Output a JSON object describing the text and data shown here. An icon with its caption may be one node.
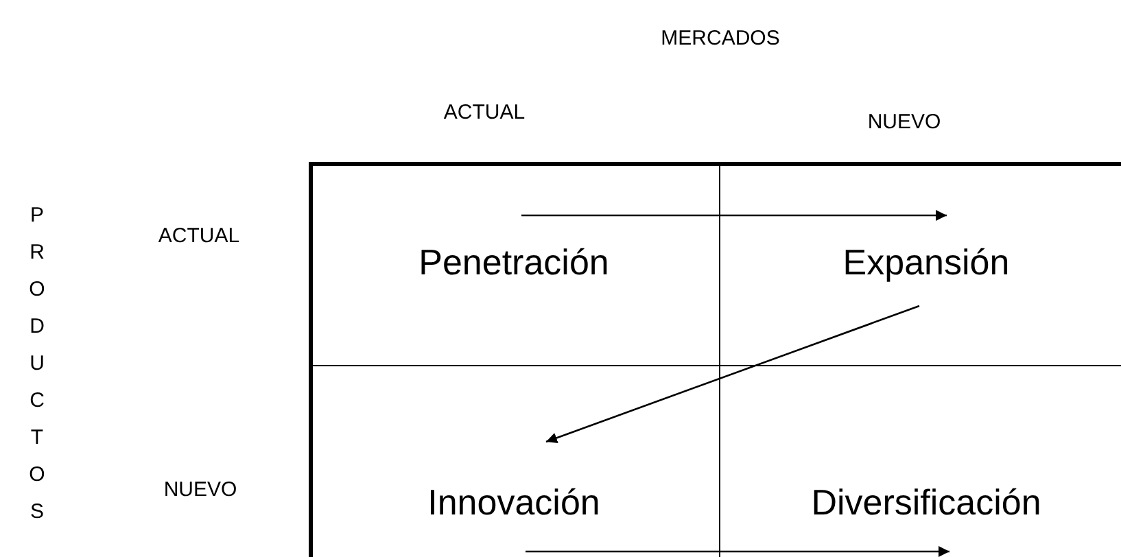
{
  "diagram": {
    "nodes": [
      {
        "text": [
          "Penetración"
        ]
      },
      {
        "text": [
          "Expansión"
        ]
      },
      {
        "text": [
          "Innovación"
        ]
      },
      {
        "text": [
          "Diversificación"
        ]
      }
    ],
    "edges": [
      {
        "from": 0,
        "to": 1,
        "arrow": "to"
      },
      {
        "from": 1,
        "to": 2,
        "arrow": "to"
      },
      {
        "from": 2,
        "to": 3,
        "arrow": "to"
      }
    ],
    "labels": [
      "MERCADOS",
      "ACTUAL",
      "NUEVO",
      "PRODUCTOS",
      "ACTUAL",
      "NUEVO"
    ]
  }
}
